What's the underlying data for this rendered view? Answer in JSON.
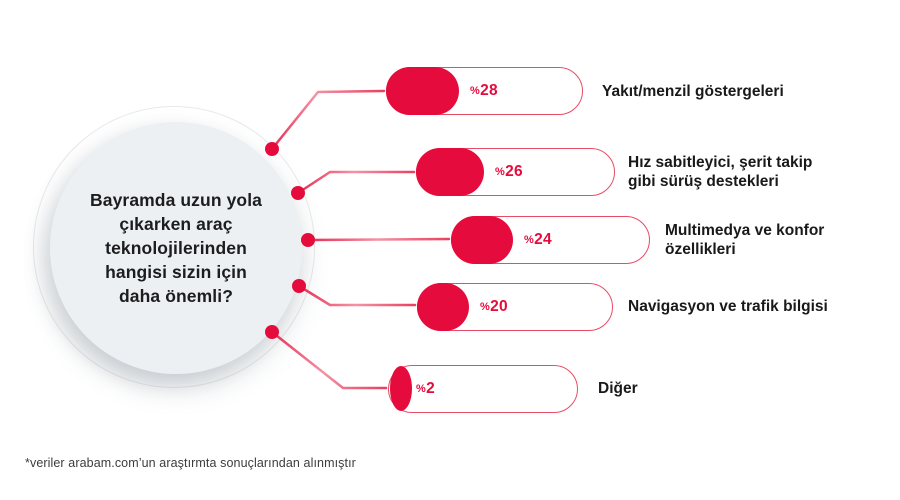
{
  "question": {
    "text": "Bayramda uzun yola\nçıkarken araç\nteknolojilerinden\nhangisi sizin için\ndaha önemli?"
  },
  "chart_data": {
    "type": "bar",
    "title": "Bayramda uzun yola çıkarken araç teknolojilerinden hangisi sizin için daha önemli?",
    "unit": "%",
    "categories": [
      "Yakıt/menzil göstergeleri",
      "Hız sabitleyici, şerit takip gibi sürüş destekleri",
      "Multimedya ve konfor özellikleri",
      "Navigasyon ve trafik bilgisi",
      "Diğer"
    ],
    "values": [
      28,
      26,
      24,
      20,
      2
    ],
    "value_labels": [
      "%28",
      "%26",
      "%24",
      "%20",
      "%2"
    ],
    "legend_position": "none",
    "grid": false
  },
  "percent_sign": "%",
  "rows": [
    {
      "value": "28",
      "label": "Yakıt/menzil göstergeleri"
    },
    {
      "value": "26",
      "label": "Hız sabitleyici, şerit takip\ngibi sürüş destekleri"
    },
    {
      "value": "24",
      "label": "Multimedya ve konfor\nözellikleri"
    },
    {
      "value": "20",
      "label": "Navigasyon ve trafik bilgisi"
    },
    {
      "value": "2",
      "label": "Diğer"
    }
  ],
  "footnote": "*veriler arabam.com’un araştırmta sonuçlarından alınmıştır",
  "colors": {
    "accent": "#e50b3c",
    "bar_outline": "#ea4b66",
    "connector_mid": "#f493a4",
    "circle_fill": "#edf0f2",
    "text_dark": "#1d1d1f"
  }
}
